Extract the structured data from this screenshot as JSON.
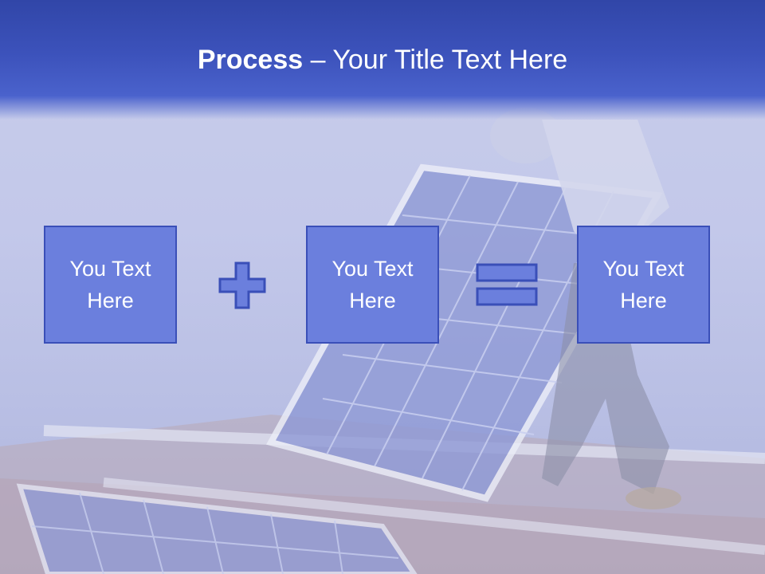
{
  "slide": {
    "title_bold": "Process",
    "title_rest": " – Your Title Text Here",
    "boxes": [
      {
        "line1": "You Text",
        "line2": "Here"
      },
      {
        "line1": "You Text",
        "line2": "Here"
      },
      {
        "line1": "You Text",
        "line2": "Here"
      }
    ],
    "operators": [
      "plus-icon",
      "equals-icon"
    ]
  },
  "colors": {
    "header": "#3c52bb",
    "box_fill": "#6b7fdd",
    "box_border": "#3a4fb8",
    "text": "#ffffff"
  }
}
